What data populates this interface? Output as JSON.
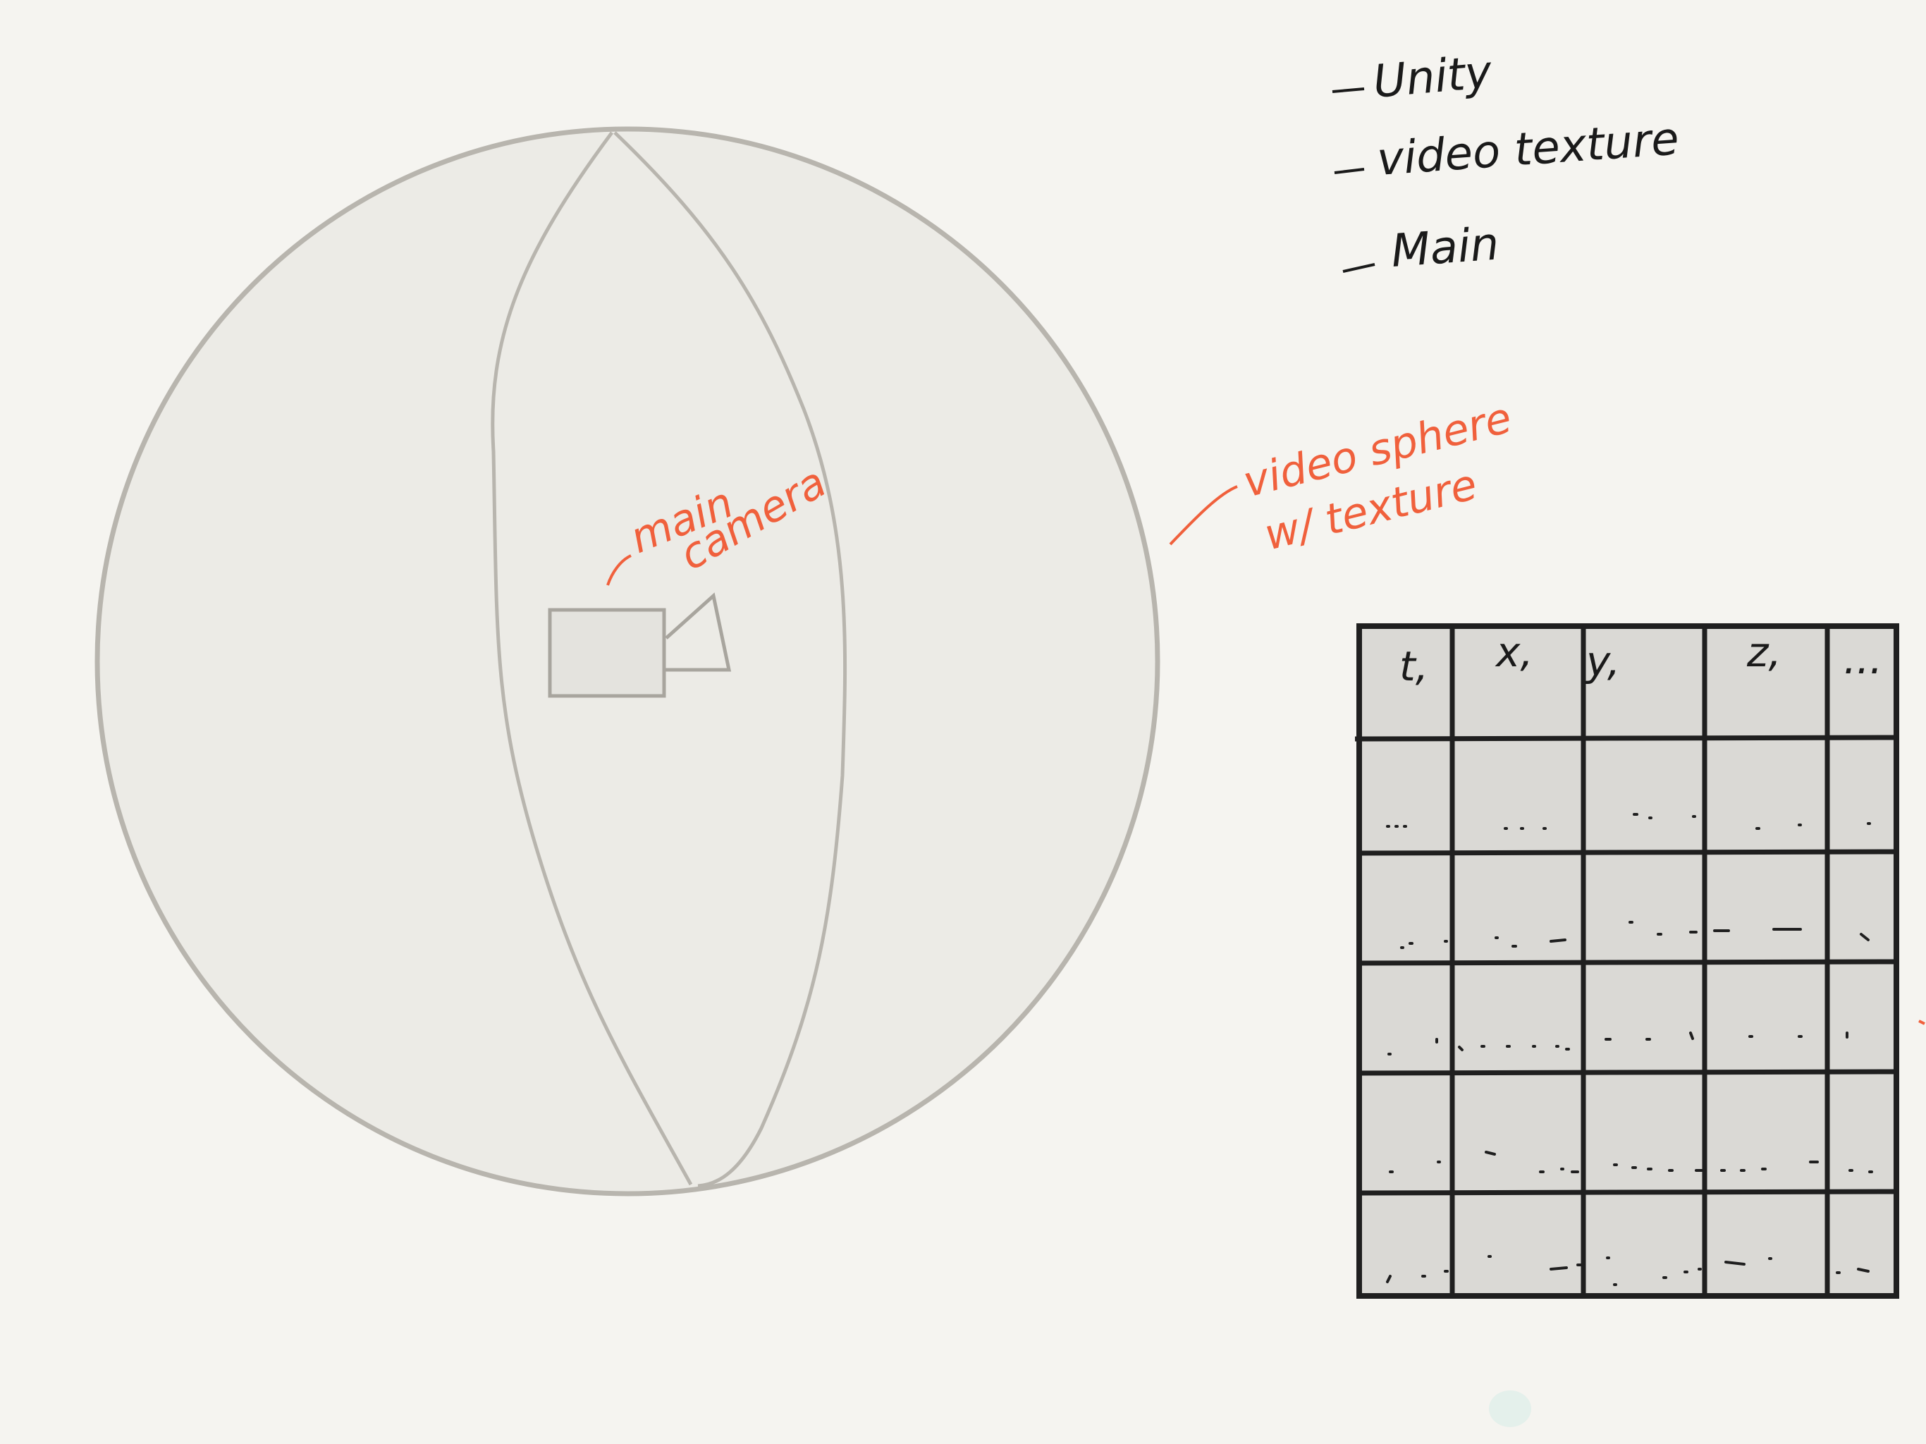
{
  "notes": {
    "items": [
      {
        "label": "Unity"
      },
      {
        "label": "video texture"
      },
      {
        "label": "Main"
      }
    ]
  },
  "sphere": {
    "label_line1": "video sphere",
    "label_line2": "w/ texture"
  },
  "camera": {
    "label_line1": "main",
    "label_line2": "camera"
  },
  "table": {
    "headers": [
      "t,",
      "x,",
      "y,",
      "z,",
      "..."
    ],
    "row_count": 5
  },
  "colors": {
    "background": "#f5f4f0",
    "sphere_fill": "#ecebe6",
    "sphere_stroke": "#b8b5ae",
    "table_fill": "#dad9d5",
    "table_stroke": "#1f1f1f",
    "annotation_red": "#f0603c",
    "ink": "#1a1a1a"
  }
}
